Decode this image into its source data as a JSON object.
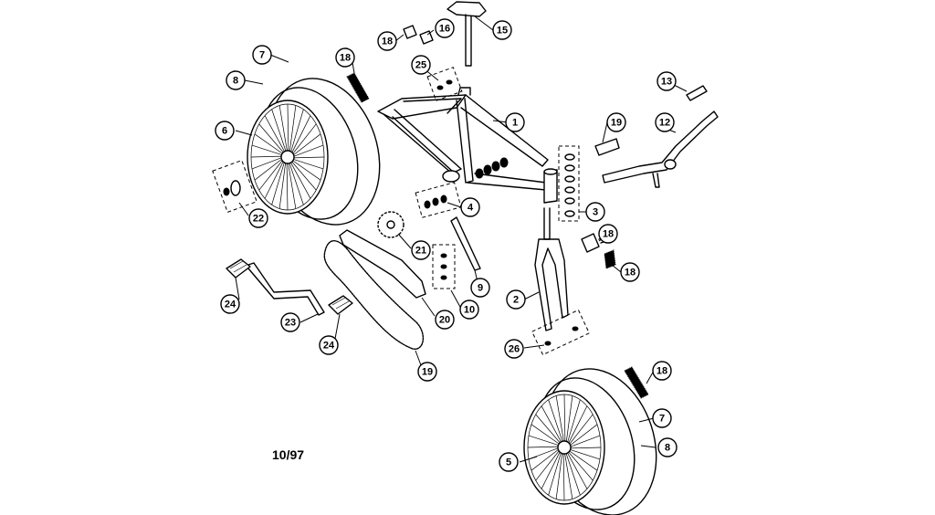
{
  "diagram": {
    "date_code": "10/97",
    "callouts": [
      {
        "id": "c1",
        "label": "1"
      },
      {
        "id": "c2",
        "label": "2"
      },
      {
        "id": "c3",
        "label": "3"
      },
      {
        "id": "c4",
        "label": "4"
      },
      {
        "id": "c5",
        "label": "5"
      },
      {
        "id": "c6",
        "label": "6"
      },
      {
        "id": "c7a",
        "label": "7"
      },
      {
        "id": "c7b",
        "label": "7"
      },
      {
        "id": "c8a",
        "label": "8"
      },
      {
        "id": "c8b",
        "label": "8"
      },
      {
        "id": "c9",
        "label": "9"
      },
      {
        "id": "c10",
        "label": "10"
      },
      {
        "id": "c12",
        "label": "12"
      },
      {
        "id": "c13",
        "label": "13"
      },
      {
        "id": "c15",
        "label": "15"
      },
      {
        "id": "c16",
        "label": "16"
      },
      {
        "id": "c18a",
        "label": "18"
      },
      {
        "id": "c18b",
        "label": "18"
      },
      {
        "id": "c18c",
        "label": "18"
      },
      {
        "id": "c18d",
        "label": "18"
      },
      {
        "id": "c18e",
        "label": "18"
      },
      {
        "id": "c19a",
        "label": "19"
      },
      {
        "id": "c19b",
        "label": "19"
      },
      {
        "id": "c20",
        "label": "20"
      },
      {
        "id": "c21",
        "label": "21"
      },
      {
        "id": "c22",
        "label": "22"
      },
      {
        "id": "c23",
        "label": "23"
      },
      {
        "id": "c24a",
        "label": "24"
      },
      {
        "id": "c24b",
        "label": "24"
      },
      {
        "id": "c25",
        "label": "25"
      },
      {
        "id": "c26",
        "label": "26"
      }
    ]
  }
}
